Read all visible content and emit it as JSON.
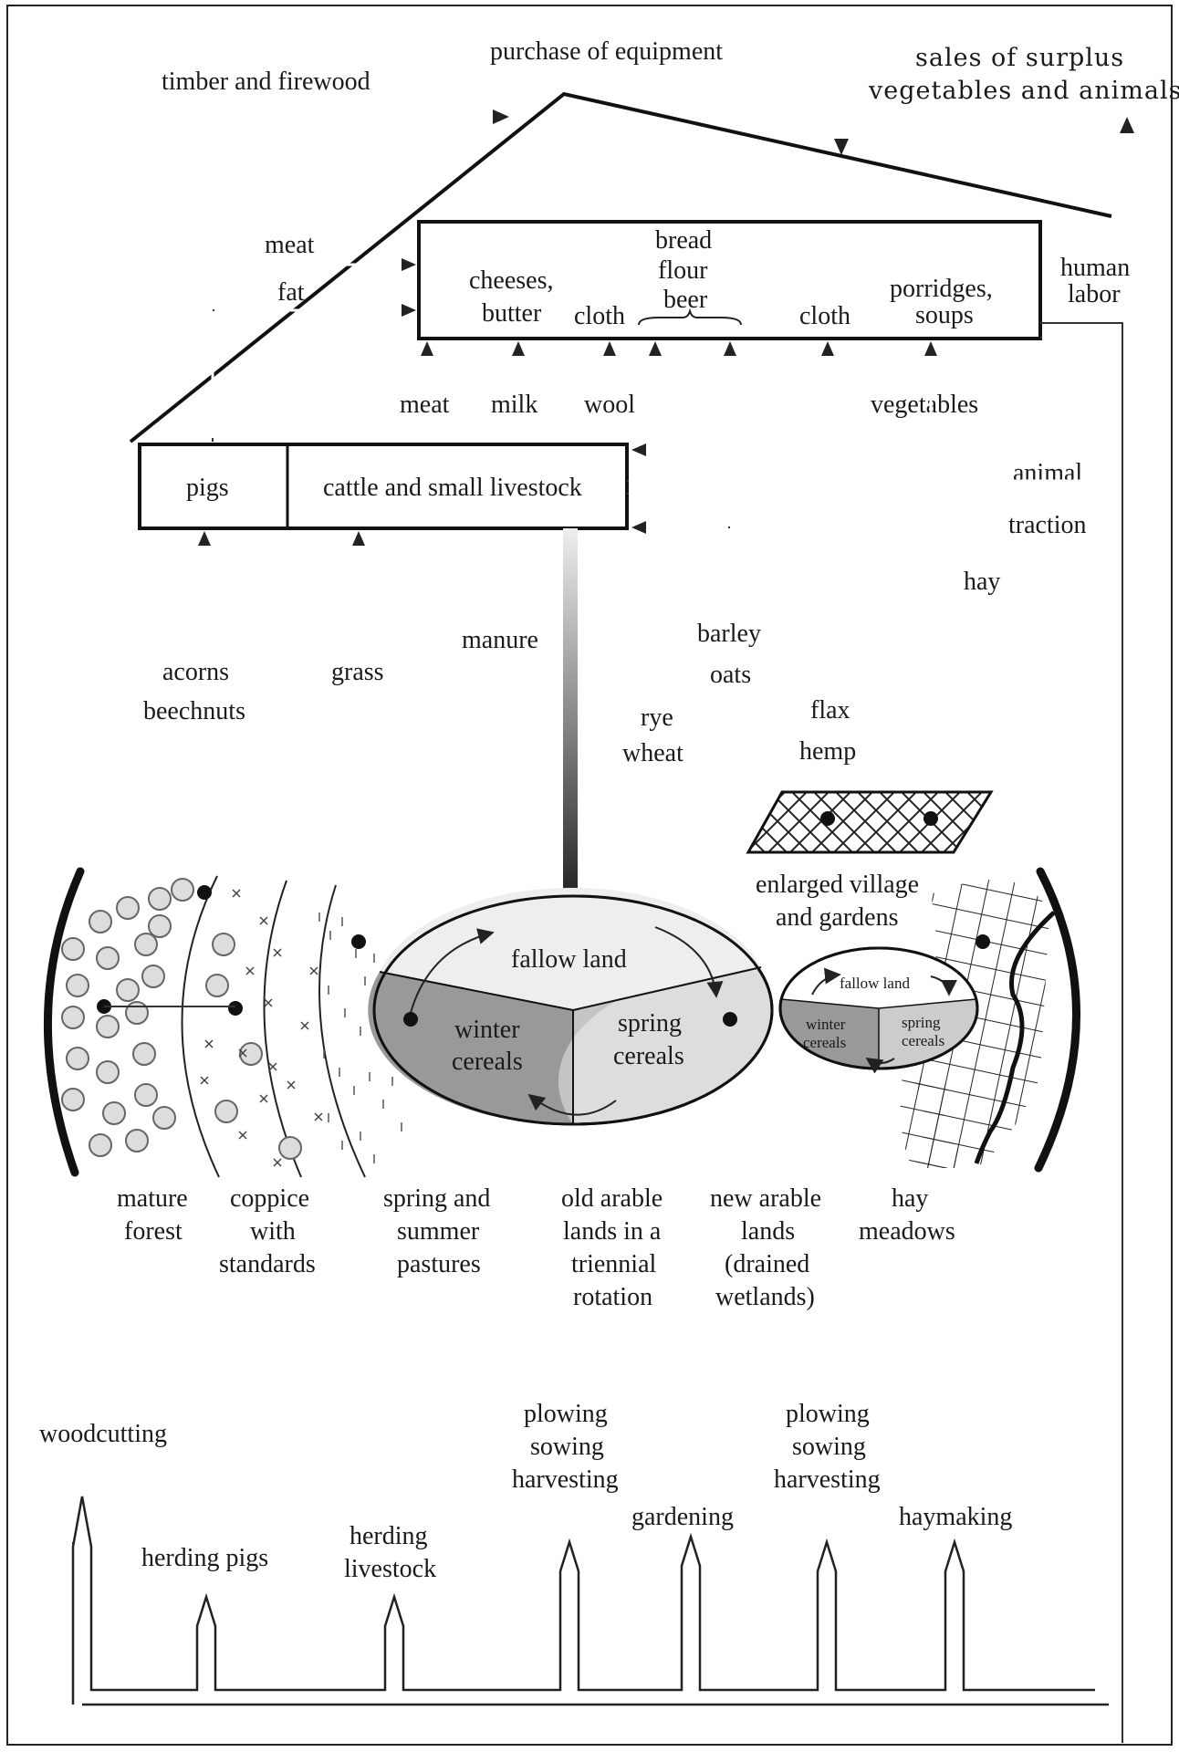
{
  "top": {
    "purchase": "purchase of equipment",
    "sales_1": "sales of surplus",
    "sales_2": "vegetables and animals",
    "timber": "timber and firewood",
    "human_1": "human",
    "human_2": "labor"
  },
  "household": {
    "cheeses_1": "cheeses,",
    "cheeses_2": "butter",
    "cloth_left": "cloth",
    "bread": "bread",
    "flour": "flour",
    "beer": "beer",
    "cloth_right": "cloth",
    "porridges_1": "porridges,",
    "porridges_2": "soups"
  },
  "inputs": {
    "meat_upper": "meat",
    "fat": "fat",
    "meat_lower": "meat",
    "milk": "milk",
    "wool": "wool",
    "vegetables": "vegetables"
  },
  "livestock": {
    "pigs": "pigs",
    "cattle": "cattle and small livestock",
    "animal": "animal",
    "traction": "traction"
  },
  "flows": {
    "acorns": "acorns",
    "beechnuts": "beechnuts",
    "grass": "grass",
    "manure": "manure",
    "barley": "barley",
    "oats": "oats",
    "rye": "rye",
    "wheat": "wheat",
    "flax": "flax",
    "hemp": "hemp",
    "hay": "hay"
  },
  "land": {
    "village_1": "enlarged village",
    "village_2": "and gardens",
    "fallow": "fallow land",
    "winter_1": "winter",
    "winter_2": "cereals",
    "spring_1": "spring",
    "spring_2": "cereals",
    "small_fallow": "fallow land",
    "small_winter_1": "winter",
    "small_winter_2": "cereals",
    "small_spring_1": "spring",
    "small_spring_2": "cereals"
  },
  "zones": {
    "forest": [
      "mature",
      "forest"
    ],
    "coppice": [
      "coppice",
      "with",
      "standards"
    ],
    "pastures": [
      "spring and",
      "summer",
      "pastures"
    ],
    "old_arable": [
      "old arable",
      "lands in a",
      "triennial",
      "rotation"
    ],
    "new_arable": [
      "new arable",
      "lands",
      "(drained",
      "wetlands)"
    ],
    "hay": [
      "hay",
      "meadows"
    ]
  },
  "labor": {
    "woodcutting": "woodcutting",
    "herding_pigs": "herding pigs",
    "herding_livestock_1": "herding",
    "herding_livestock_2": "livestock",
    "plow1": [
      "plowing",
      "sowing",
      "harvesting"
    ],
    "gardening": "gardening",
    "plow2": [
      "plowing",
      "sowing",
      "harvesting"
    ],
    "haymaking": "haymaking"
  }
}
